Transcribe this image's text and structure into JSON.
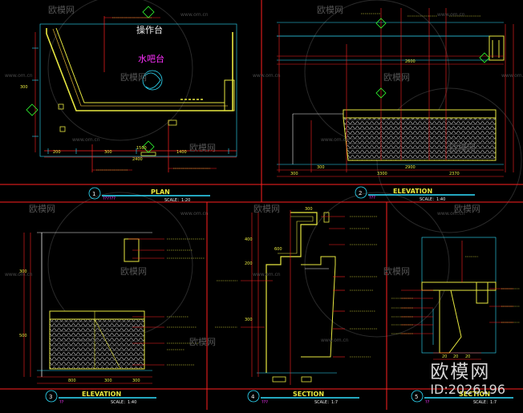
{
  "watermark": {
    "brand": "欧模网",
    "site": "www.om.cn",
    "id": "ID:2026196"
  },
  "panels": {
    "plan": {
      "title": "PLAN",
      "scale": "SCALE：1:20",
      "bubble": "1",
      "sheet": "??????",
      "room_label": "水吧台",
      "top_label": "操作台",
      "dim_a": "200",
      "dim_b": "300",
      "dim_c": "1400",
      "dim_d": "2400",
      "dim_e": "300",
      "note": "1500"
    },
    "elevation1": {
      "title": "ELEVATION",
      "scale": "SCALE：1:40",
      "bubble": "2",
      "sheet": "???",
      "dims": [
        "2600",
        "2900",
        "300",
        "3300",
        "2370",
        "300"
      ]
    },
    "elevation2": {
      "title": "ELEVATION",
      "scale": "SCALE：1:40",
      "bubble": "3",
      "sheet": "??",
      "dims": [
        "300",
        "500",
        "800",
        "300",
        "300"
      ]
    },
    "section1": {
      "title": "SECTION",
      "scale": "SCALE：1:7",
      "bubble": "4",
      "sheet": "???",
      "dims": [
        "400",
        "200",
        "300",
        "600",
        "300"
      ]
    },
    "section2": {
      "title": "SECTION",
      "scale": "SCALE：1:7",
      "bubble": "5",
      "sheet": "??",
      "dims": [
        "20",
        "20",
        "20"
      ]
    }
  },
  "colors": {
    "bg": "#000000",
    "red": "#ff2020",
    "yellow": "#e8e840",
    "cyan": "#30e0ff",
    "white": "#f0f0f0",
    "magenta": "#ff30ff",
    "green": "#30ff30",
    "blue": "#3050ff"
  }
}
